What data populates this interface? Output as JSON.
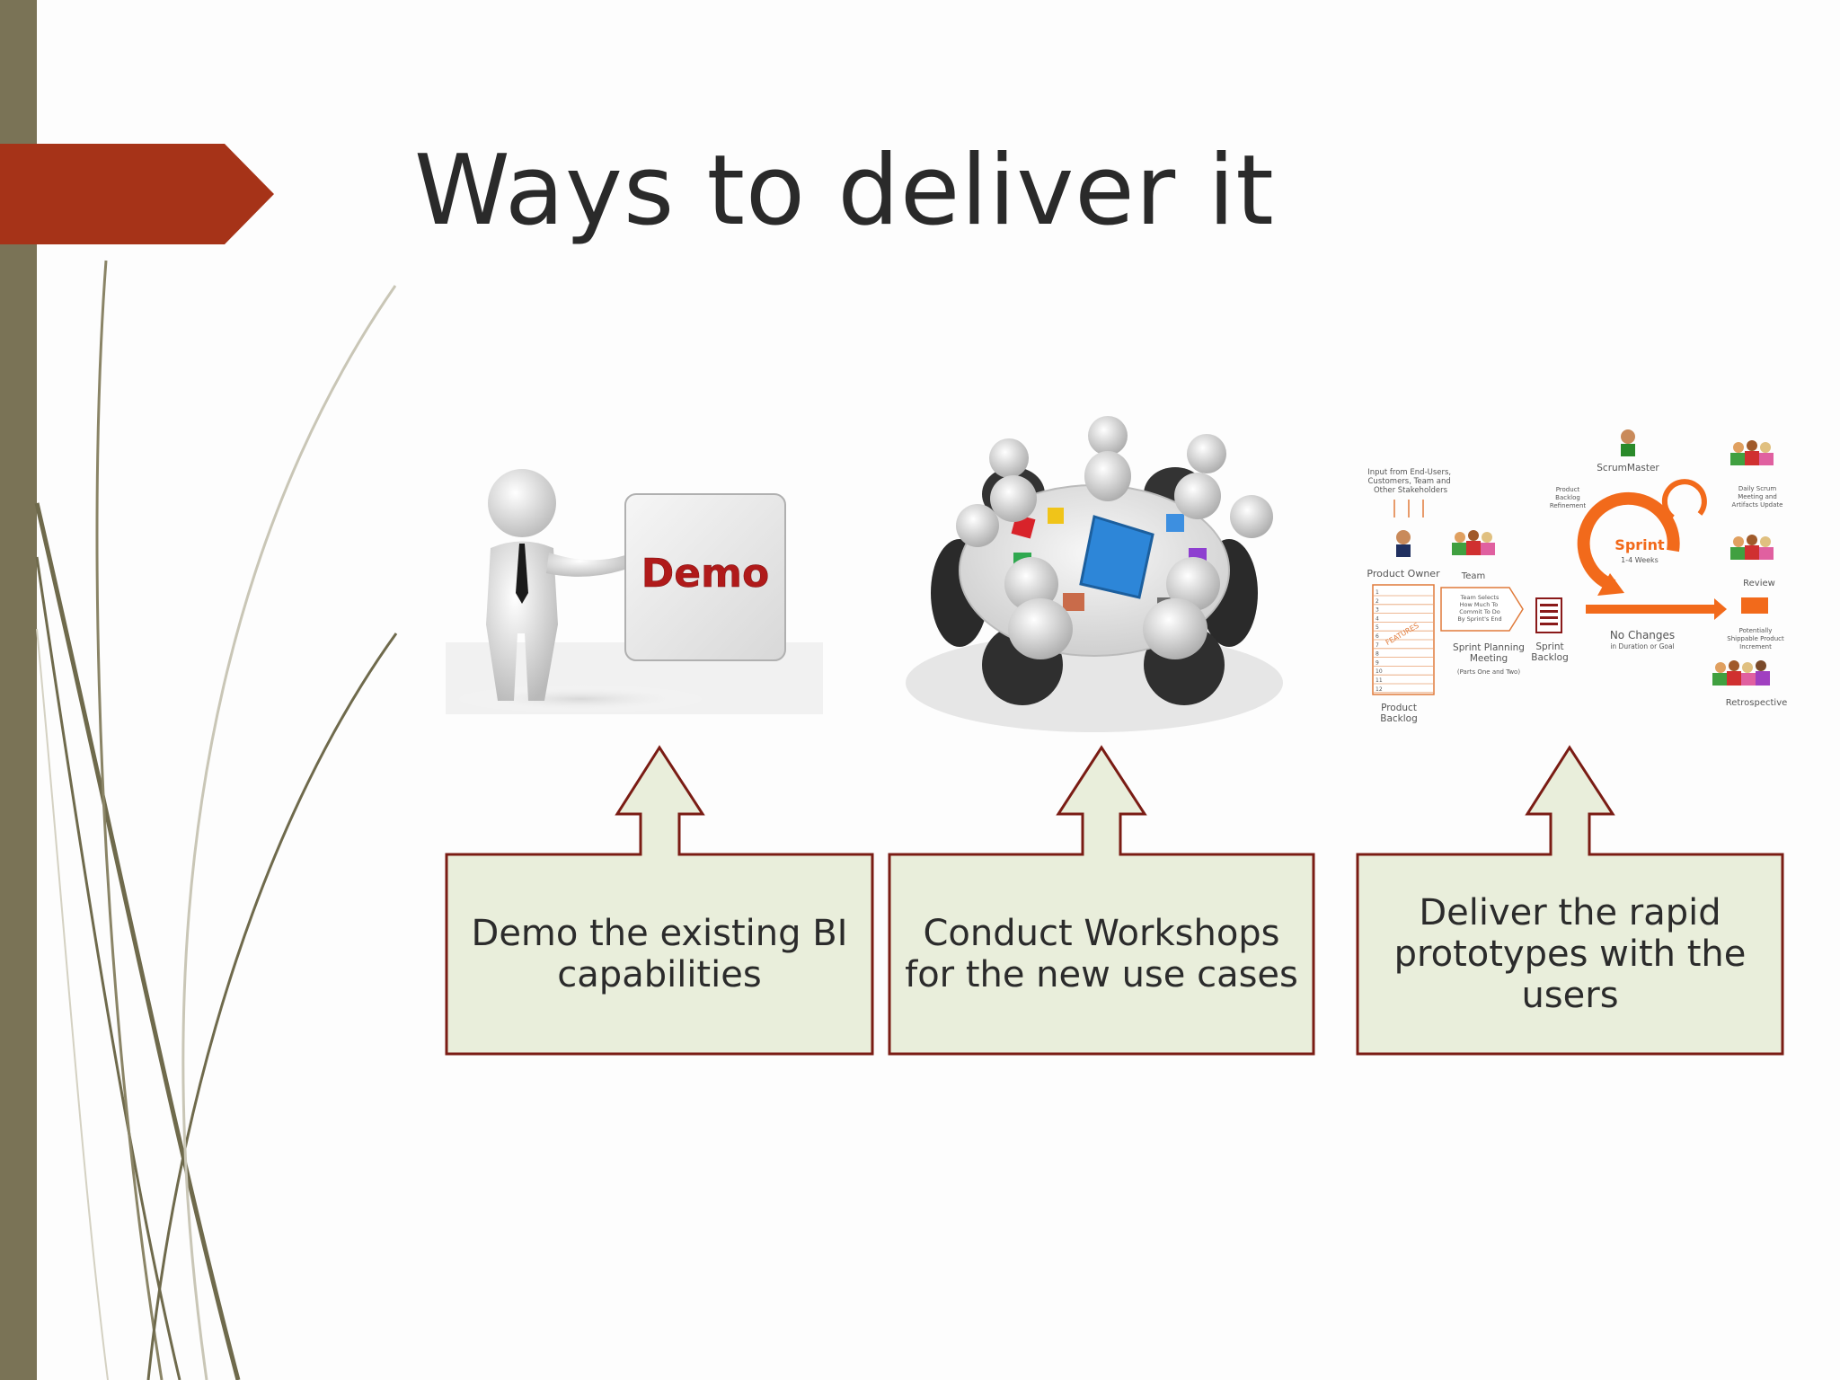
{
  "slide": {
    "title": "Ways to deliver it",
    "colors": {
      "sidebar": "#7a7356",
      "arrow_tab": "#a63318",
      "callout_fill": "#e9eedb",
      "callout_border": "#7a1c14",
      "scrum_orange": "#f26a1b"
    }
  },
  "images": {
    "demo": {
      "sign_text": "Demo"
    },
    "scrum": {
      "input_note": "Input from End-Users,\nCustomers, Team and\nOther Stakeholders",
      "product_owner": "Product Owner",
      "team": "Team",
      "team_selects": "Team Selects\nHow Much To\nCommit To Do\nBy Sprint's End",
      "sprint_planning": "Sprint Planning\nMeeting",
      "sprint_planning_sub": "(Parts One and Two)",
      "sprint_backlog": "Sprint\nBacklog",
      "product_backlog": "Product\nBacklog",
      "features": "FEATURES",
      "backlog_refinement": "Product\nBacklog\nRefinement",
      "scrum_master": "ScrumMaster",
      "sprint": "Sprint",
      "sprint_length": "1-4 Weeks",
      "no_changes": "No Changes",
      "no_changes_sub": "in Duration or Goal",
      "daily_scrum": "Daily Scrum\nMeeting and\nArtifacts Update",
      "review": "Review",
      "increment": "Potentially\nShippable Product\nIncrement",
      "retrospective": "Retrospective",
      "backlog_rows": [
        "1",
        "2",
        "3",
        "4",
        "5",
        "6",
        "7",
        "8",
        "9",
        "10",
        "11",
        "12"
      ]
    }
  },
  "callouts": [
    {
      "text": "Demo the existing BI\ncapabilities"
    },
    {
      "text": "Conduct Workshops\nfor the new use cases"
    },
    {
      "text": "Deliver the rapid\nprototypes with the\nusers"
    }
  ]
}
